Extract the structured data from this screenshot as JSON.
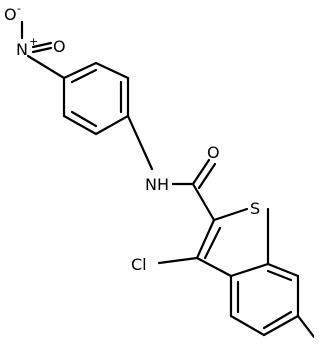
{
  "molecule": {
    "atoms": {
      "o_minus": "O",
      "o_minus_charge": "-",
      "n_nitro": "N",
      "n_nitro_charge": "+",
      "o_nitro": "O",
      "amide_o": "O",
      "amide_nh": "NH",
      "sulfur": "S",
      "chlorine": "Cl"
    }
  }
}
